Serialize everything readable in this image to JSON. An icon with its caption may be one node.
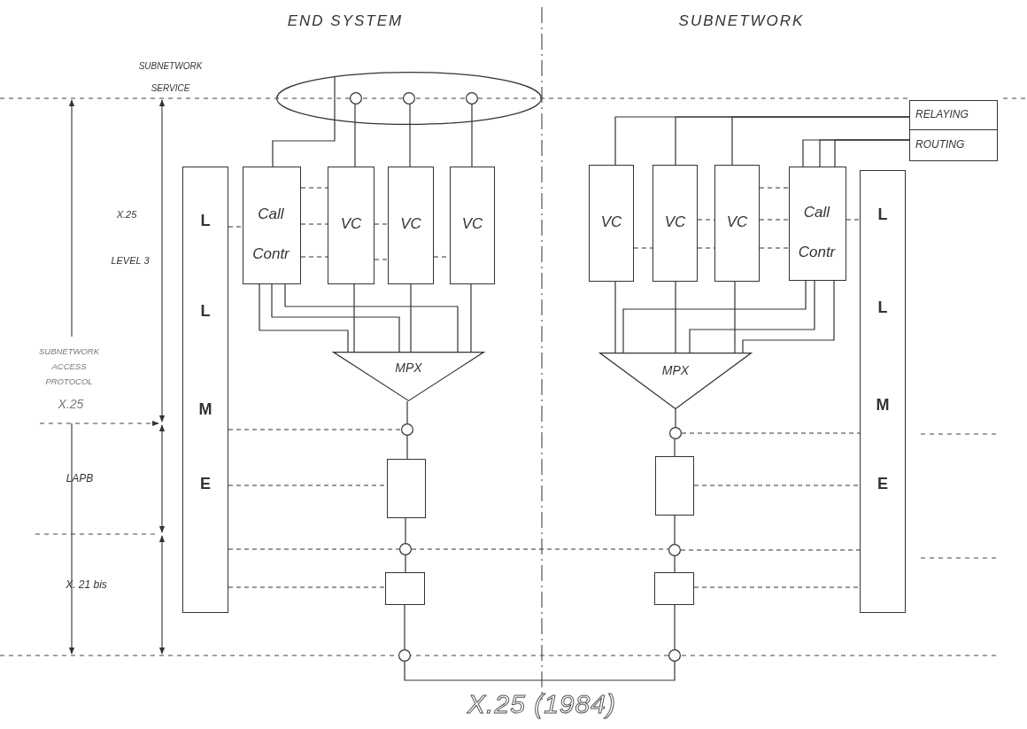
{
  "diagram": {
    "caption": "X.25 (1984)",
    "nodes": [
      {
        "text": [],
        "shape": "ellipse"
      },
      {
        "text": [],
        "shape": "circle",
        "in": 0
      },
      {
        "text": [],
        "shape": "circle",
        "in": 0
      },
      {
        "text": [],
        "shape": "circle",
        "in": 0
      },
      {
        "text": [
          "Call Contr"
        ]
      },
      {
        "text": [
          "VC"
        ]
      },
      {
        "text": [
          "VC"
        ]
      },
      {
        "text": [
          "VC"
        ]
      },
      {
        "text": [
          "L",
          "L",
          "M",
          "E"
        ]
      },
      {
        "text": [
          "MPX"
        ]
      },
      {
        "text": [],
        "shape": "circle"
      },
      {
        "text": [],
        "shape": "box"
      },
      {
        "text": [],
        "shape": "circle"
      },
      {
        "text": [],
        "shape": "box"
      },
      {
        "text": [],
        "shape": "circle"
      },
      {
        "text": [
          "RELAYING",
          "ROUTING"
        ]
      },
      {
        "text": [
          "VC"
        ]
      },
      {
        "text": [
          "VC"
        ]
      },
      {
        "text": [
          "VC"
        ]
      },
      {
        "text": [
          "Call Contr"
        ]
      },
      {
        "text": [
          "L",
          "L",
          "M",
          "E"
        ]
      },
      {
        "text": [
          "MPX"
        ]
      },
      {
        "text": [],
        "shape": "circle"
      },
      {
        "text": [],
        "shape": "box"
      },
      {
        "text": [],
        "shape": "circle"
      },
      {
        "text": [],
        "shape": "box"
      },
      {
        "text": [],
        "shape": "circle"
      }
    ],
    "edges": [
      {
        "from": 1,
        "to": 5,
        "arrow": "none"
      },
      {
        "from": 2,
        "to": 6,
        "arrow": "none"
      },
      {
        "from": 3,
        "to": 7,
        "arrow": "none"
      },
      {
        "from": 4,
        "to": 0,
        "arrow": "none"
      },
      {
        "from": 8,
        "to": 4,
        "arrow": "none",
        "style": "dashed"
      },
      {
        "from": 4,
        "to": 5,
        "arrow": "none",
        "style": "dashed"
      },
      {
        "from": 4,
        "to": 5,
        "arrow": "none",
        "style": "dashed"
      },
      {
        "from": 4,
        "to": 5,
        "arrow": "none",
        "style": "dashed"
      },
      {
        "from": 5,
        "to": 6,
        "arrow": "none",
        "style": "dashed"
      },
      {
        "from": 5,
        "to": 6,
        "arrow": "none",
        "style": "dashed"
      },
      {
        "from": 6,
        "to": 7,
        "arrow": "none",
        "style": "dashed"
      },
      {
        "from": 4,
        "to": 9,
        "arrow": "none"
      },
      {
        "from": 4,
        "to": 9,
        "arrow": "none"
      },
      {
        "from": 4,
        "to": 9,
        "arrow": "none"
      },
      {
        "from": 5,
        "to": 9,
        "arrow": "none"
      },
      {
        "from": 6,
        "to": 9,
        "arrow": "none"
      },
      {
        "from": 7,
        "to": 9,
        "arrow": "none"
      },
      {
        "from": 9,
        "to": 10,
        "arrow": "none"
      },
      {
        "from": 10,
        "to": 11,
        "arrow": "none"
      },
      {
        "from": 11,
        "to": 12,
        "arrow": "none"
      },
      {
        "from": 12,
        "to": 13,
        "arrow": "none"
      },
      {
        "from": 13,
        "to": 14,
        "arrow": "none"
      },
      {
        "from": 8,
        "to": 10,
        "arrow": "none",
        "style": "dashed"
      },
      {
        "from": 8,
        "to": 11,
        "arrow": "none",
        "style": "dashed"
      },
      {
        "from": 8,
        "to": 12,
        "arrow": "none",
        "style": "dashed"
      },
      {
        "from": 8,
        "to": 13,
        "arrow": "none",
        "style": "dashed"
      },
      {
        "from": 12,
        "to": 24,
        "arrow": "none",
        "style": "dashed"
      },
      {
        "from": 14,
        "to": 26,
        "arrow": "none"
      },
      {
        "from": 16,
        "to": 15,
        "arrow": "none"
      },
      {
        "from": 17,
        "to": 15,
        "arrow": "none"
      },
      {
        "from": 18,
        "to": 15,
        "arrow": "none"
      },
      {
        "from": 19,
        "to": 15,
        "arrow": "none"
      },
      {
        "from": 19,
        "to": 15,
        "arrow": "none"
      },
      {
        "from": 19,
        "to": 15,
        "arrow": "none"
      },
      {
        "from": 16,
        "to": 17,
        "arrow": "none",
        "style": "dashed"
      },
      {
        "from": 17,
        "to": 18,
        "arrow": "none",
        "style": "dashed"
      },
      {
        "from": 17,
        "to": 18,
        "arrow": "none",
        "style": "dashed"
      },
      {
        "from": 18,
        "to": 19,
        "arrow": "none",
        "style": "dashed"
      },
      {
        "from": 18,
        "to": 19,
        "arrow": "none",
        "style": "dashed"
      },
      {
        "from": 18,
        "to": 19,
        "arrow": "none",
        "style": "dashed"
      },
      {
        "from": 19,
        "to": 20,
        "arrow": "none",
        "style": "dashed"
      },
      {
        "from": 16,
        "to": 21,
        "arrow": "none"
      },
      {
        "from": 17,
        "to": 21,
        "arrow": "none"
      },
      {
        "from": 18,
        "to": 21,
        "arrow": "none"
      },
      {
        "from": 19,
        "to": 21,
        "arrow": "none"
      },
      {
        "from": 19,
        "to": 21,
        "arrow": "none"
      },
      {
        "from": 19,
        "to": 21,
        "arrow": "none"
      },
      {
        "from": 21,
        "to": 22,
        "arrow": "none"
      },
      {
        "from": 22,
        "to": 23,
        "arrow": "none"
      },
      {
        "from": 23,
        "to": 24,
        "arrow": "none"
      },
      {
        "from": 24,
        "to": 25,
        "arrow": "none"
      },
      {
        "from": 25,
        "to": 26,
        "arrow": "none"
      },
      {
        "from": 22,
        "to": 20,
        "arrow": "none",
        "style": "dashed"
      },
      {
        "from": 23,
        "to": 20,
        "arrow": "none",
        "style": "dashed"
      },
      {
        "from": 24,
        "to": 20,
        "arrow": "none",
        "style": "dashed"
      },
      {
        "from": 25,
        "to": 20,
        "arrow": "none",
        "style": "dashed"
      }
    ],
    "labels": [
      "END SYSTEM",
      "SUBNETWORK",
      "SUBNETWORK SERVICE",
      "X.25",
      "LEVEL 3",
      "SUBNETWORK ACCESS PROTOCOL",
      "X.25",
      "LAPB",
      "X. 21 bis"
    ]
  }
}
